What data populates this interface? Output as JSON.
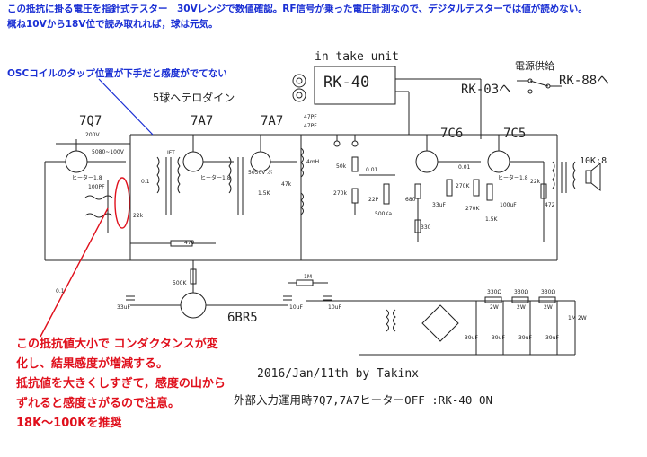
{
  "notes": {
    "line1": "この抵抗に掛る電圧を指針式テスター　30Vレンジで数値確認。RF信号が乗った電圧計測なので、デジタルテスターでは値が読めない。",
    "line2": "概ね10Vから18V位で読み取れれば，球は元気。",
    "osc_note": "OSCコイルのタップ位置が下手だと感度がでてない",
    "red1": "この抵抗値大小で コンダクタンスが変",
    "red2": "化し、結果感度が増減する。",
    "red3": "抵抗値を大きくしすぎて，感度の山から",
    "red4": "ずれると感度さがるので注意。",
    "red5": "18K～100Kを推奨"
  },
  "labels": {
    "in_take_unit": "in take unit",
    "rk40": "RK-40",
    "power_supply": "電源供給",
    "rk03": "RK-03へ",
    "rk88": "RK-88へ",
    "title": "5球ヘテロダイン",
    "tube_7q7": "7Q7",
    "tube_7a7a": "7A7",
    "tube_7a7b": "7A7",
    "tube_7c6": "7C6",
    "tube_7c5": "7C5",
    "tube_6br5": "6BR5",
    "speaker": "10K:8",
    "date_line": "2016/Jan/11th by   Takinx",
    "footer": "外部入力運用時7Q7,7A7ヒーターOFF :RK-40 ON"
  },
  "components": {
    "v200": "200V",
    "v5080": "5080~100V",
    "v5050": "5050V ぷ",
    "c100pf": "100PF",
    "r22k": "22k",
    "c01a": "0.1",
    "c01b": "0.1",
    "ift": "IFT",
    "r47k": "47k",
    "r15k": "1.5K",
    "r470": "470",
    "r500k": "500K",
    "r1m": "1M",
    "c47pf_a": "47PF",
    "c47pf_b": "47PF",
    "c33uf": "33uF",
    "c10uf_a": "10uF",
    "c10uf_b": "10uF",
    "r50k": "50k",
    "r270k": "270k",
    "c001": "0.01",
    "c22p": "22P",
    "r500ka": "500Kа",
    "r680": "680",
    "c33uf_b": "33uF",
    "r330": "330",
    "r270k_b": "270K",
    "c001_b": "0.01",
    "r270k_c": "270K",
    "r15k_b": "1.5K",
    "c100uf": "100uF",
    "r22k_b": "22k",
    "r472": "472",
    "r4mh": "4mH",
    "r330a": "330Ω",
    "r330b": "330Ω",
    "r330c": "330Ω",
    "w2a": "2W",
    "w2b": "2W",
    "w2c": "2W",
    "c39a": "39uF",
    "c39b": "39uF",
    "c39c": "39uF",
    "c39d": "39uF",
    "r1m2w": "1M 2W",
    "heater18a": "ヒーター1.8",
    "heater18b": "ヒーター1.8",
    "heater18c": "ヒーター1.8"
  },
  "colors": {
    "blue_note": "#1a2fd4",
    "red_note": "#e0101c",
    "ink": "#222222"
  }
}
